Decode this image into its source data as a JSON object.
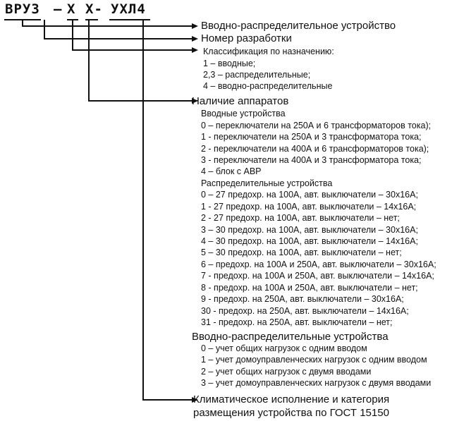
{
  "code": {
    "vru": "ВРУЗ",
    "dash1": "–",
    "x1": "Х",
    "x2": "Х-",
    "ukhl": "УХЛ4"
  },
  "labels": {
    "device": "Вводно-распределительное устройство",
    "dev_number": "Номер разработки",
    "classification": {
      "title": "Классификация по назначению:",
      "items": [
        "1 – вводные;",
        "2,3 – распределительные;",
        "4 – вводно-распределительные"
      ]
    },
    "apparatus": {
      "title": "Наличие аппаратов",
      "input_title": "Вводные устройства",
      "input_items": [
        "0 – переключатели на 250А и 6 трансформаторов  тока);",
        "1 - переключатели на 250А и 3 трансформатора  тока;",
        "2 - переключатели на 400А и 6 трансформаторов  тока);",
        "3 - переключатели на 400А и 3 трансформатора  тока;",
        "4 – блок с АВР"
      ],
      "dist_title": "Распределительные устройства",
      "dist_items": [
        "0 – 27 предохр. на 100А, авт. выключатели – 30х16А;",
        "1 - 27 предохр. на 100А, авт. выключатели – 14х16А;",
        "2 - 27 предохр. на 100А, авт. выключатели – нет;",
        "3 – 30 предохр. на 100А, авт. выключатели – 30х16А;",
        "4 – 30 предохр. на 100А, авт. выключатели – 14х16А;",
        "5 – 30 предохр. на 100А, авт. выключатели – нет;",
        "6 – предохр. на 100А и 250А, авт. выключатели – 30х16А;",
        "7 - предохр. на 100А и 250А, авт. выключатели – 14х16А;",
        "8 - предохр. на 100А и 250А, авт. выключатели – нет;",
        "9 - предохр. на 250А, авт. выключатели – 30х16А;",
        "30 - предохр. на 250А, авт. выключатели – 14х16А;",
        "31 - предохр. на 250А, авт. выключатели – нет;"
      ]
    },
    "input_dist": {
      "title": "Вводно-распределительные устройства",
      "items": [
        "0 – учет общих нагрузок с одним вводом",
        "1 – учет домоуправленческих нагрузок с одним вводом",
        "2 – учет общих нагрузок с двумя вводами",
        "3 – учет домоуправленческих нагрузок с двумя вводами"
      ]
    },
    "climate": [
      "Климатическое исполнение и категория",
      "размещения устройства по ГОСТ 15150"
    ]
  }
}
